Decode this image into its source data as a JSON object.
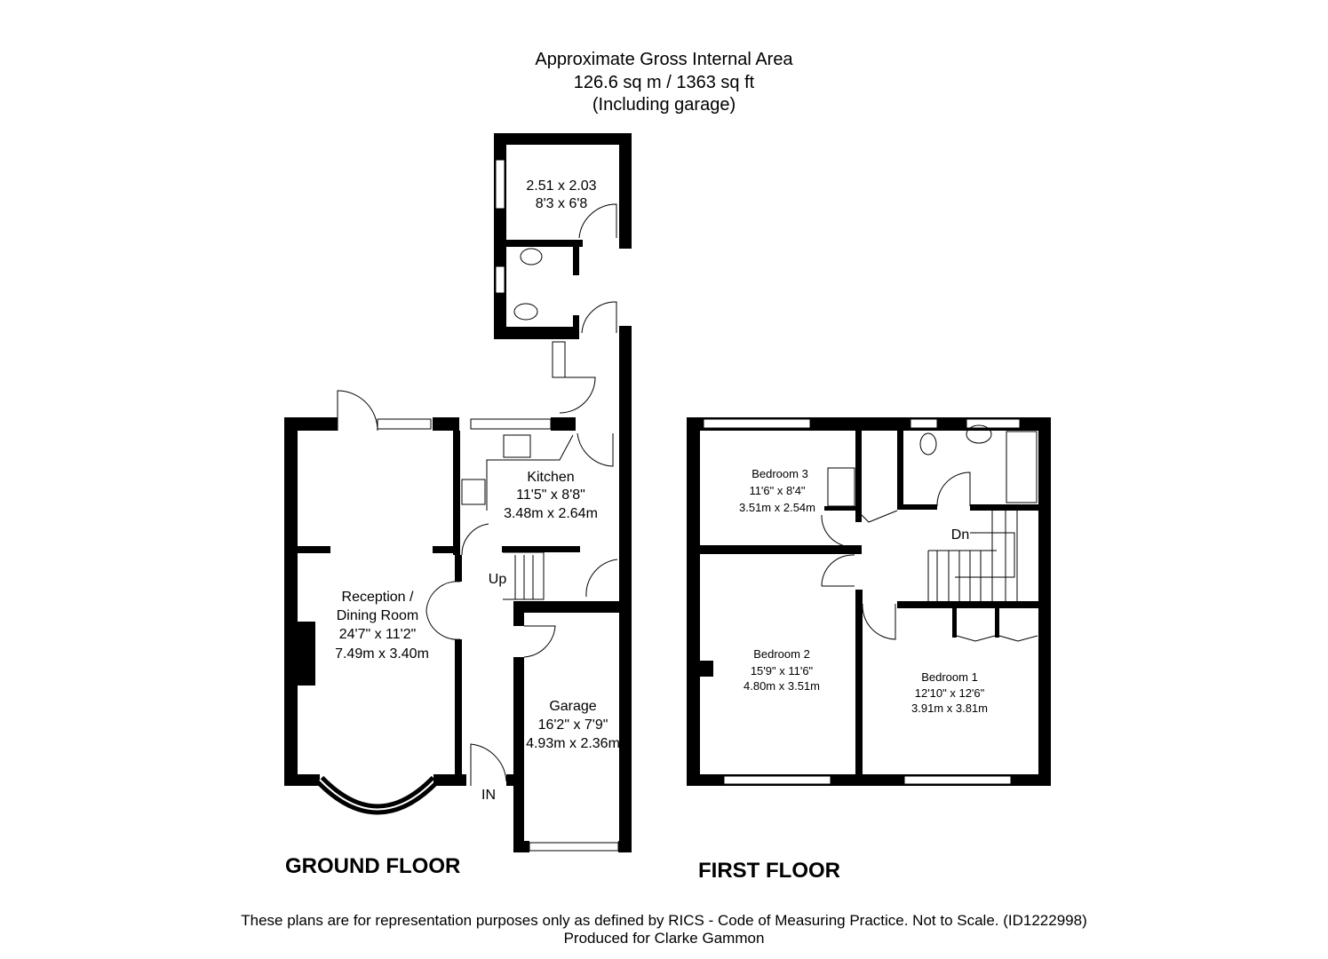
{
  "header": {
    "line1": "Approximate Gross Internal Area",
    "line2": "126.6 sq m / 1363 sq ft",
    "line3": "(Including garage)"
  },
  "ground_floor": {
    "title": "GROUND FLOOR",
    "outbuilding": {
      "metric": "2.51 x 2.03",
      "imperial": "8'3 x 6'8"
    },
    "kitchen": {
      "name": "Kitchen",
      "imperial": "11'5\" x 8'8\"",
      "metric": "3.48m x 2.64m"
    },
    "reception": {
      "name1": "Reception /",
      "name2": "Dining Room",
      "imperial": "24'7\" x 11'2\"",
      "metric": "7.49m x 3.40m"
    },
    "garage": {
      "name": "Garage",
      "imperial": "16'2\" x 7'9\"",
      "metric": "4.93m x 2.36m"
    },
    "stairs_label": "Up",
    "entrance_label": "IN"
  },
  "first_floor": {
    "title": "FIRST FLOOR",
    "bedroom3": {
      "name": "Bedroom 3",
      "imperial": "11'6\" x 8'4\"",
      "metric": "3.51m x 2.54m"
    },
    "bedroom2": {
      "name": "Bedroom 2",
      "imperial": "15'9\" x 11'6\"",
      "metric": "4.80m x 3.51m"
    },
    "bedroom1": {
      "name": "Bedroom 1",
      "imperial": "12'10\" x 12'6\"",
      "metric": "3.91m x 3.81m"
    },
    "stairs_label": "Dn"
  },
  "footer": {
    "disclaimer": "These plans are for representation purposes only as defined by RICS - Code of Measuring Practice. Not to Scale. (ID1222998)",
    "produced_for": "Produced for Clarke Gammon"
  }
}
